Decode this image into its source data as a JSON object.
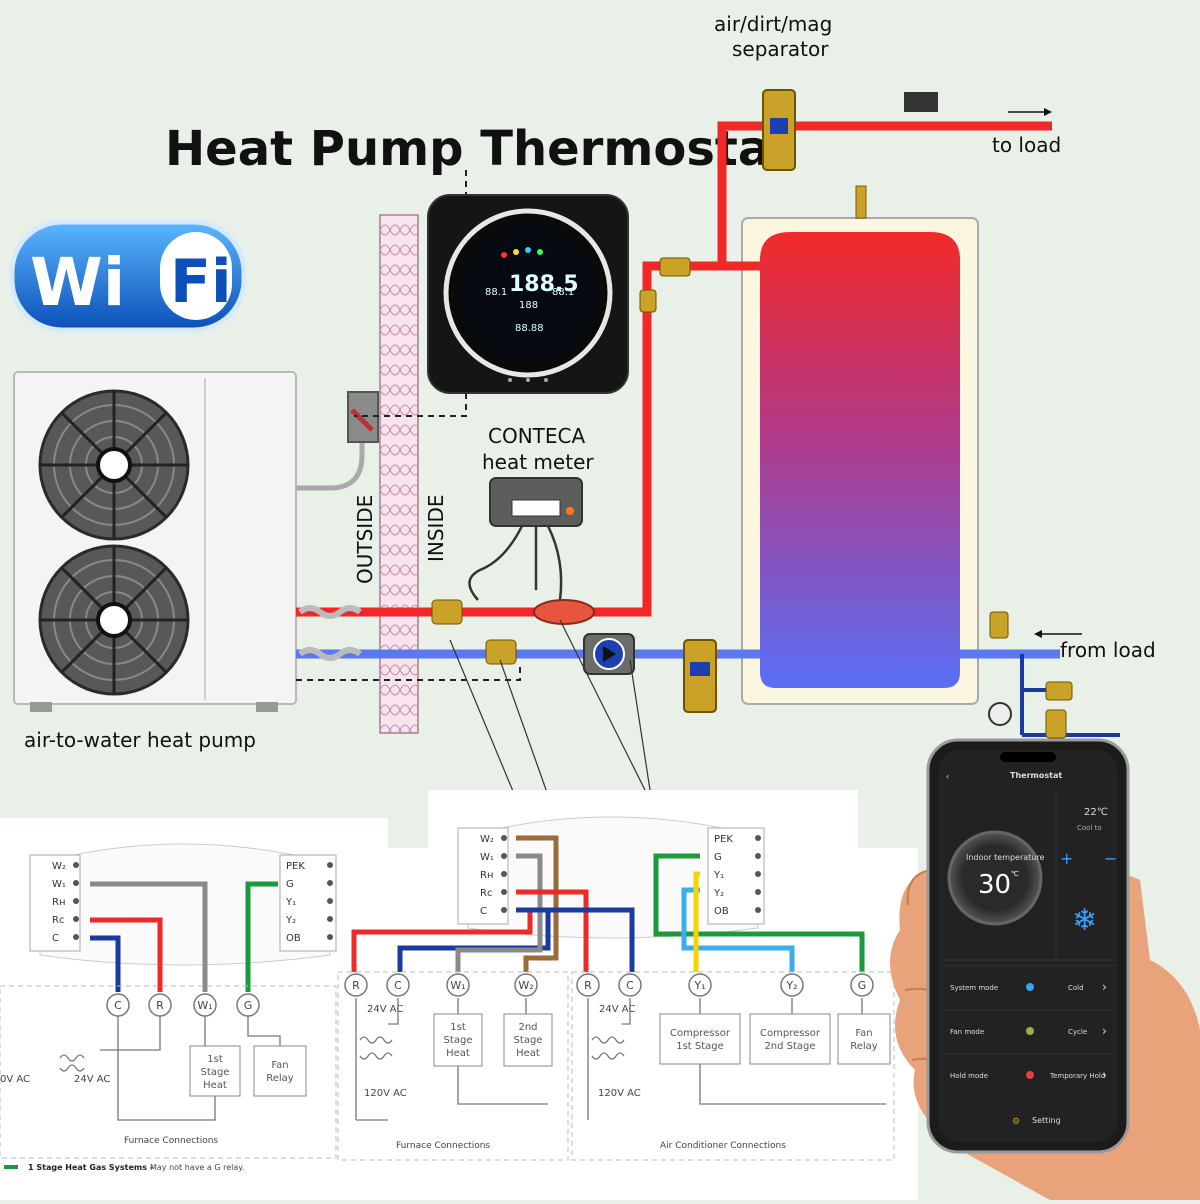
{
  "title": "Heat Pump Thermostat",
  "wifi": {
    "text_wi": "Wi",
    "text_fi": "Fi"
  },
  "labels": {
    "separator_l1": "air/dirt/mag",
    "separator_l2": "separator",
    "to_load": "to load",
    "from_load": "from load",
    "conteca": "CONTECA",
    "heat_meter": "heat meter",
    "outside": "OUTSIDE",
    "inside": "INSIDE",
    "heat_pump": "air-to-water heat pump"
  },
  "thermostat": {
    "main": "188.5",
    "left": "88.1",
    "right": "88.1",
    "mid": "188",
    "bottom": "88.88"
  },
  "wiring": {
    "terminals_left": [
      "W₂",
      "W₁",
      "Rʜ",
      "Rc",
      "C"
    ],
    "terminals_right": [
      "PEK",
      "G",
      "Y₁",
      "Y₂",
      "OB"
    ],
    "left": {
      "circles": [
        "C",
        "R",
        "W₁",
        "G"
      ],
      "voltage_primary": "0V AC",
      "voltage_secondary": "24V AC",
      "boxes": [
        "1st Stage Heat",
        "Fan Relay"
      ],
      "caption": "Furnace Connections"
    },
    "middle": {
      "circles": [
        "R",
        "C",
        "W₁",
        "W₂"
      ],
      "voltage_top": "24V AC",
      "voltage_bottom": "120V AC",
      "boxes": [
        "1st Stage Heat",
        "2nd Stage Heat"
      ],
      "caption": "Furnace Connections"
    },
    "right": {
      "circles": [
        "R",
        "C",
        "Y₁",
        "Y₂",
        "G"
      ],
      "voltage_top": "24V AC",
      "voltage_bottom": "120V AC",
      "boxes": [
        "Compressor 1st Stage",
        "Compressor 2nd Stage",
        "Fan Relay"
      ],
      "caption": "Air Conditioner Connections"
    },
    "legend_bold": "1 Stage Heat Gas Systems -",
    "legend_rest": "May not have a G relay."
  },
  "phone": {
    "header": "Thermostat",
    "set_temp": "22℃",
    "set_mode": "Cool to",
    "indoor_label": "Indoor temperature",
    "indoor_temp": "30",
    "indoor_unit": "℃",
    "plus": "+",
    "minus": "−",
    "rows": [
      {
        "label": "System mode",
        "value": "Cold"
      },
      {
        "label": "Fan mode",
        "value": "Cycle"
      },
      {
        "label": "Hold mode",
        "value": "Temporary Hold"
      }
    ],
    "setting": "Setting"
  },
  "colors": {
    "hot": "#f02828",
    "cold": "#5a78f0",
    "gas": "#1a9a3c",
    "common": "#1a3aa0"
  }
}
